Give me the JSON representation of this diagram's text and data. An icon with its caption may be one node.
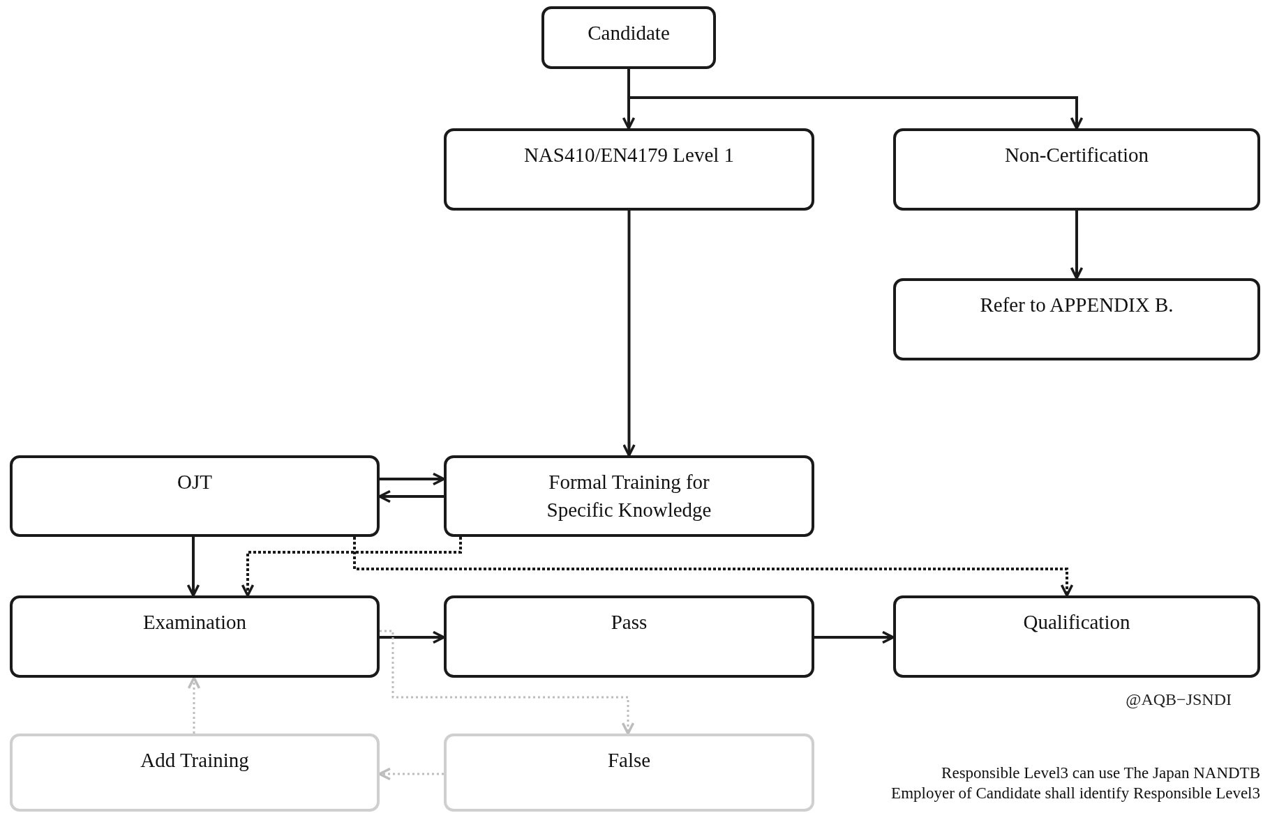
{
  "diagram": {
    "nodes": [
      {
        "text": [
          "Candidate"
        ]
      },
      {
        "text": [
          "NAS410/EN4179 Level 1"
        ]
      },
      {
        "text": [
          "Non-Certification"
        ]
      },
      {
        "text": [
          "Refer to APPENDIX B."
        ]
      },
      {
        "text": [
          "OJT"
        ]
      },
      {
        "text": [
          "Formal Training for Specific Knowledge"
        ]
      },
      {
        "text": [
          "Examination"
        ]
      },
      {
        "text": [
          "Pass"
        ]
      },
      {
        "text": [
          "Qualification"
        ]
      },
      {
        "text": [
          "Add Training"
        ]
      },
      {
        "text": [
          "False"
        ]
      }
    ],
    "edges": [
      {
        "from": 0,
        "to": 1,
        "arrow": "to"
      },
      {
        "from": 0,
        "to": 2,
        "arrow": "to"
      },
      {
        "from": 2,
        "to": 3,
        "arrow": "to"
      },
      {
        "from": 1,
        "to": 5,
        "arrow": "to"
      },
      {
        "from": 4,
        "to": 5,
        "arrow": "to"
      },
      {
        "from": 5,
        "to": 4,
        "arrow": "to"
      },
      {
        "from": 5,
        "to": 6,
        "arrow": "to",
        "style": "dashed"
      },
      {
        "from": 4,
        "to": 8,
        "arrow": "to",
        "style": "dashed"
      },
      {
        "from": 4,
        "to": 6,
        "arrow": "to"
      },
      {
        "from": 6,
        "to": 7,
        "arrow": "to"
      },
      {
        "from": 7,
        "to": 8,
        "arrow": "to"
      },
      {
        "from": 6,
        "to": 10,
        "arrow": "to",
        "style": "dashed",
        "color": "#bdbdbd"
      },
      {
        "from": 10,
        "to": 9,
        "arrow": "to",
        "style": "dashed",
        "color": "#bdbdbd"
      },
      {
        "from": 9,
        "to": 6,
        "arrow": "to",
        "style": "dashed",
        "color": "#bdbdbd"
      }
    ],
    "labels": [
      "@AQB−JSNDI",
      "Responsible Level3 can use The Japan NANDTB",
      "Employer of Candidate shall identify Responsible Level3"
    ]
  }
}
